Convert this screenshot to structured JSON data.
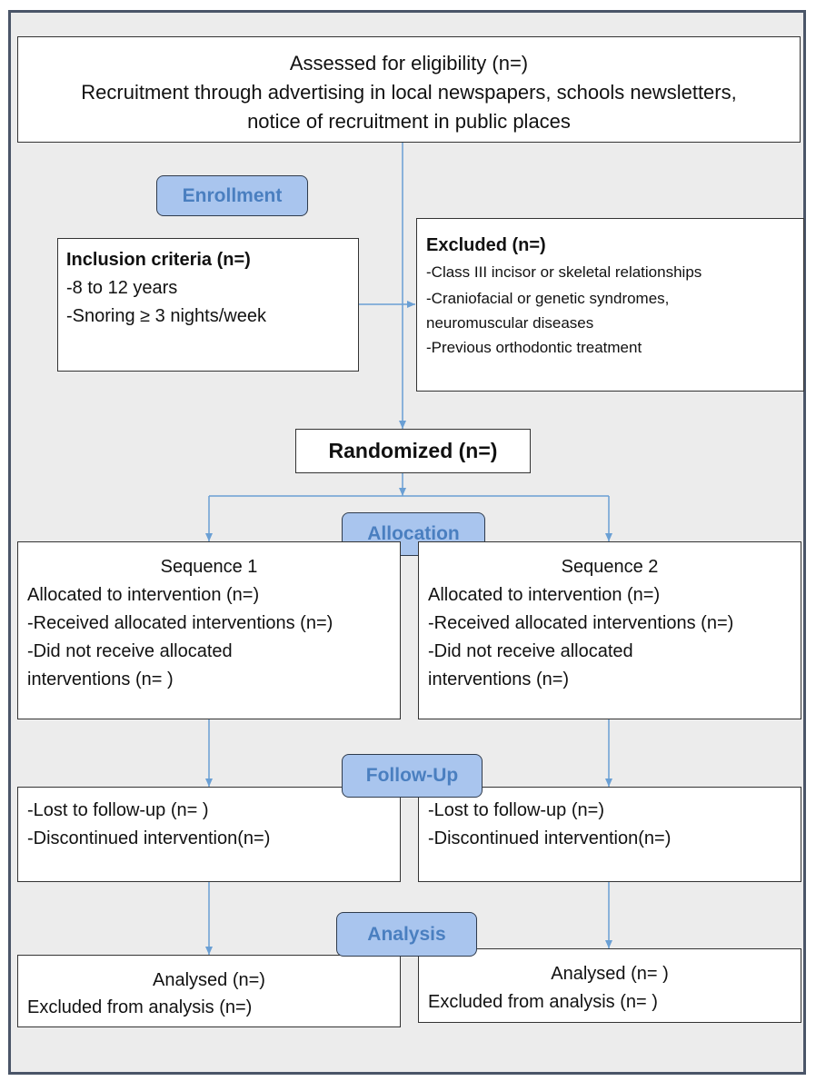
{
  "assessed": {
    "title": "Assessed for eligibility (n=)",
    "line1": "Recruitment through advertising in local newspapers, schools newsletters,",
    "line2": "notice of recruitment in public places"
  },
  "stages": {
    "enrollment": "Enrollment",
    "allocation": "Allocation",
    "followup": "Follow-Up",
    "analysis": "Analysis"
  },
  "inclusion": {
    "title": "Inclusion criteria (n=)",
    "items": [
      "-8 to 12 years",
      "-Snoring ≥ 3 nights/week"
    ]
  },
  "excluded": {
    "title": "Excluded (n=)",
    "items": [
      "-Class III incisor or skeletal relationships",
      "-Craniofacial or genetic syndromes,",
      "neuromuscular diseases",
      "-Previous orthodontic treatment"
    ]
  },
  "randomized": "Randomized (n=)",
  "sequence1": {
    "title": "Sequence 1",
    "allocated": "Allocated to intervention (n=)",
    "received": "-Received allocated interventions (n=)",
    "not_received_1": "-Did not receive allocated",
    "not_received_2": "interventions (n= )",
    "lost": "-Lost to follow-up (n= )",
    "discontinued": "-Discontinued intervention(n=)",
    "analysed": "Analysed (n=)",
    "excluded_analysis": "Excluded from analysis (n=)"
  },
  "sequence2": {
    "title": "Sequence 2",
    "allocated": "Allocated to intervention (n=)",
    "received": "-Received allocated interventions (n=)",
    "not_received_1": "-Did not receive allocated",
    "not_received_2": "interventions  (n=)",
    "lost": "-Lost to follow-up (n=)",
    "discontinued": "-Discontinued intervention(n=)",
    "analysed": "Analysed  (n= )",
    "excluded_analysis": "Excluded from analysis (n= )"
  },
  "colors": {
    "connector": "#6a9fd4",
    "stage_fill": "#a9c5ee",
    "stage_text": "#4a7fc0",
    "background": "#ececec"
  }
}
